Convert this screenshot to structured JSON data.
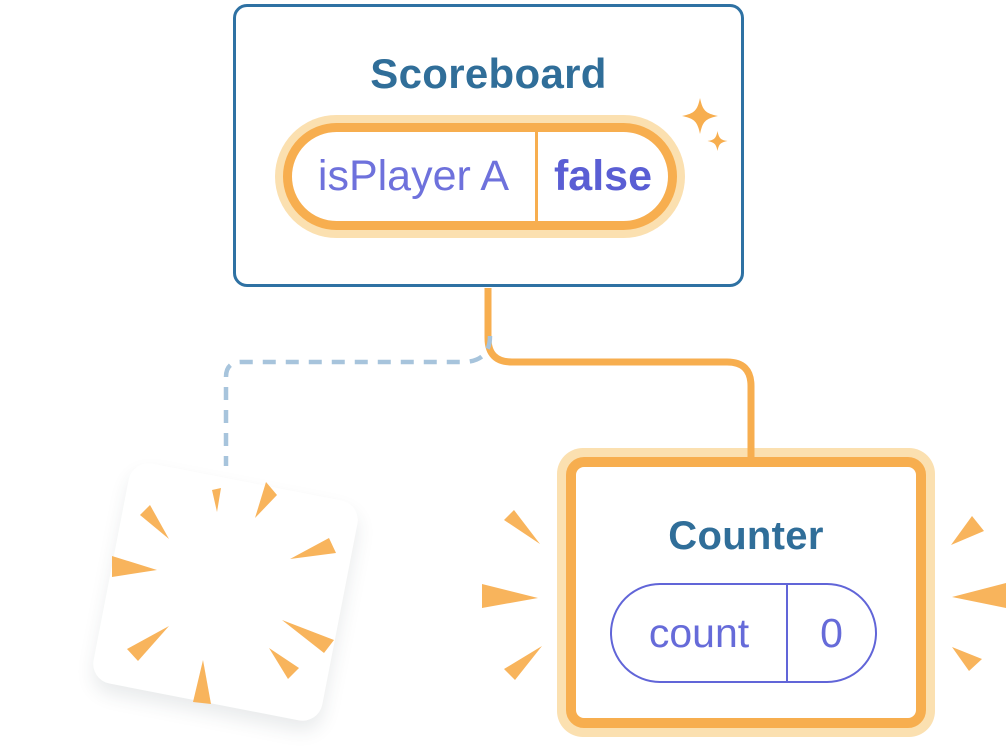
{
  "illustration": {
    "scoreboard": {
      "title": "Scoreboard",
      "state_pill": {
        "name": "isPlayer A",
        "value": "false"
      },
      "decoration": "sparkles-icon"
    },
    "counter": {
      "title": "Counter",
      "state_pill": {
        "name": "count",
        "value": "0"
      },
      "decoration": "emphasis-burst-icon"
    },
    "destroyed_card": {
      "decoration": "poof-rays-icon"
    },
    "connectors": {
      "scoreboard_to_counter": "solid orange elbow line",
      "scoreboard_to_destroyed": "dashed blue elbow line"
    },
    "colors": {
      "card_border_blue": "#2E71A3",
      "title_text": "#306E99",
      "state_name_text": "#6E71DC",
      "state_value_text": "#5A5ED4",
      "counter_pill_purple": "#6165D8",
      "counter_pill_text": "#666BD9",
      "orange_solid": "#F7AE4F",
      "orange_light_ring": "#FBE0B0",
      "burst_orange": "#F8B45C",
      "dashed_line_blue": "#A7C4DC",
      "background": "#FFFFFF"
    }
  }
}
